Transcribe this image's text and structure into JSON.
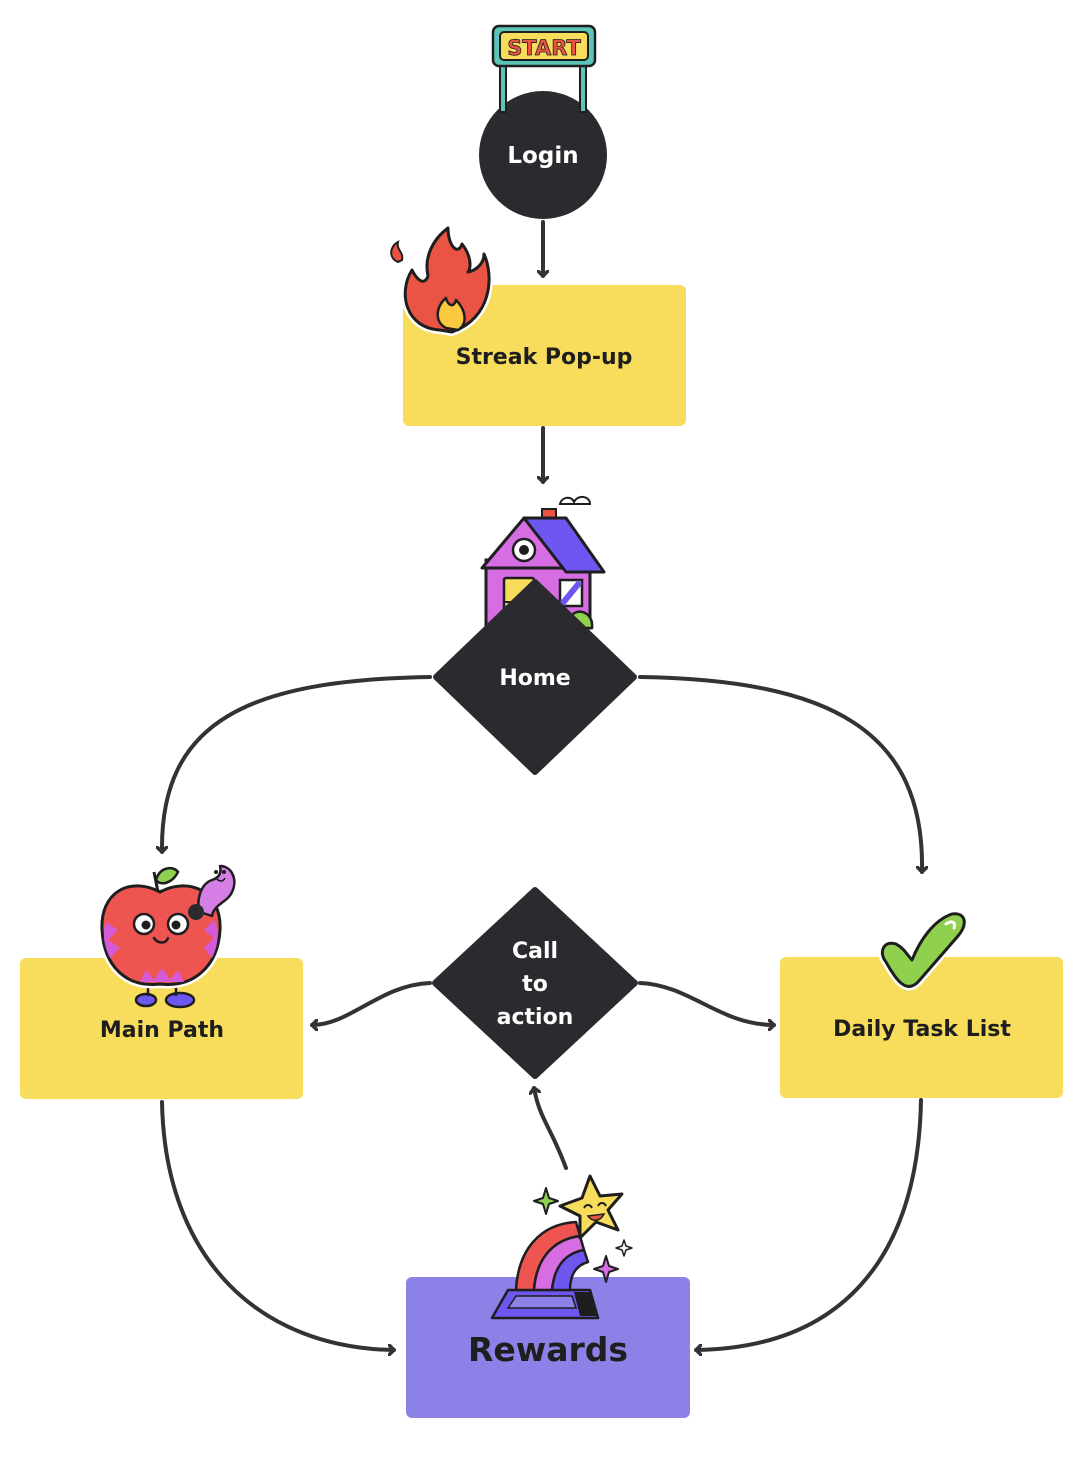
{
  "diagram": {
    "nodes": {
      "start_sign": "START",
      "login": "Login",
      "streak": "Streak Pop-up",
      "home": "Home",
      "cta": [
        "Call",
        "to",
        "action"
      ],
      "main_path": "Main Path",
      "daily_tasks": "Daily Task List",
      "rewards": "Rewards"
    },
    "colors": {
      "dark": "#2b2b2f",
      "yellow": "#f8dc5b",
      "purple": "#8b81e6",
      "outline": "#1e1e1e",
      "arrow": "#333333",
      "flame": "#ea5445",
      "flame_inner": "#f9c941",
      "house_wall": "#d66de3",
      "house_roof": "#6e57f0",
      "apple": "#ee5551",
      "apple_patch": "#d45ad8",
      "worm": "#d57ee6",
      "check": "#8fd14f",
      "star": "#f8dc5b",
      "sign_frame": "#5bc6b8"
    },
    "icons": {
      "start": "start-sign-icon",
      "flame": "flame-icon",
      "house": "house-icon",
      "apple": "apple-worm-icon",
      "check": "checkmark-icon",
      "star": "shooting-star-icon"
    }
  }
}
